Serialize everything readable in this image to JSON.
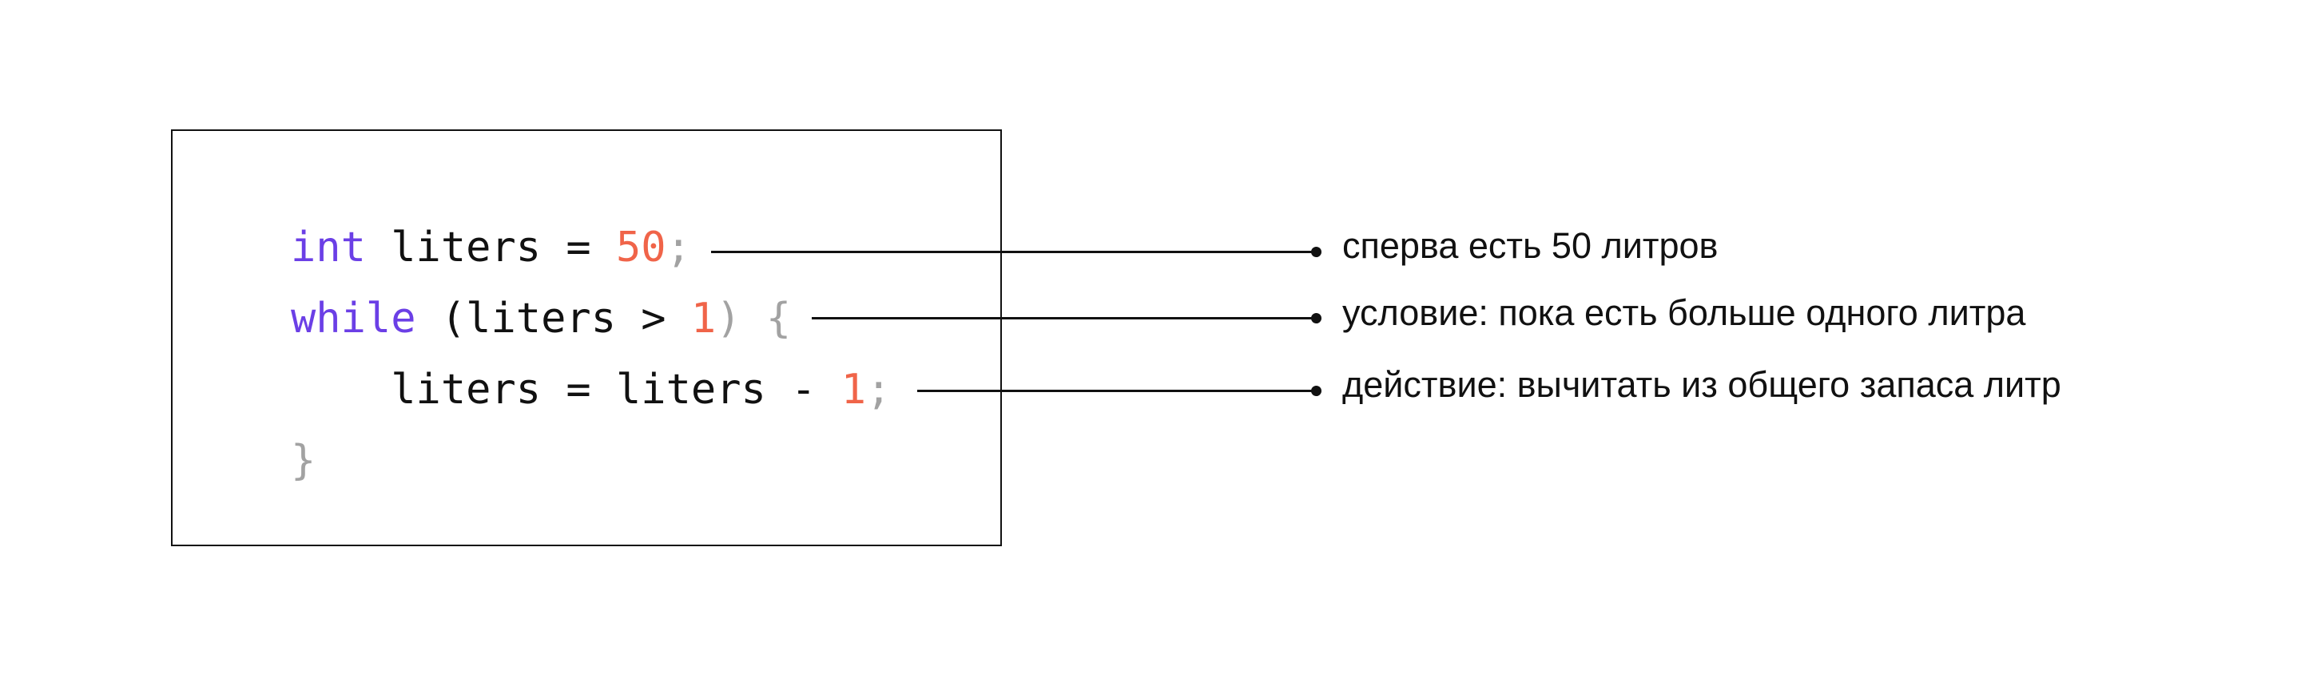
{
  "code": {
    "line_1": {
      "keyword": "int",
      "identifier": " liters = ",
      "number": "50",
      "punct": ";"
    },
    "line_2": {
      "keyword": "while",
      "text_1": " (liters > ",
      "number": "1",
      "punct_1": ")",
      "space": " ",
      "punct_2": "{"
    },
    "line_3": {
      "indent": "    ",
      "text": "liters = liters - ",
      "number": "1",
      "punct": ";"
    },
    "line_4": {
      "punct": "}"
    }
  },
  "annotations": [
    "сперва есть 50 литров",
    "условие: пока есть больше одного литра",
    "действие: вычитать из общего запаса литр"
  ],
  "colors": {
    "keyword": "#6b3fe6",
    "number": "#f06449",
    "punctuation": "#a2a2a2",
    "text": "#111111"
  }
}
